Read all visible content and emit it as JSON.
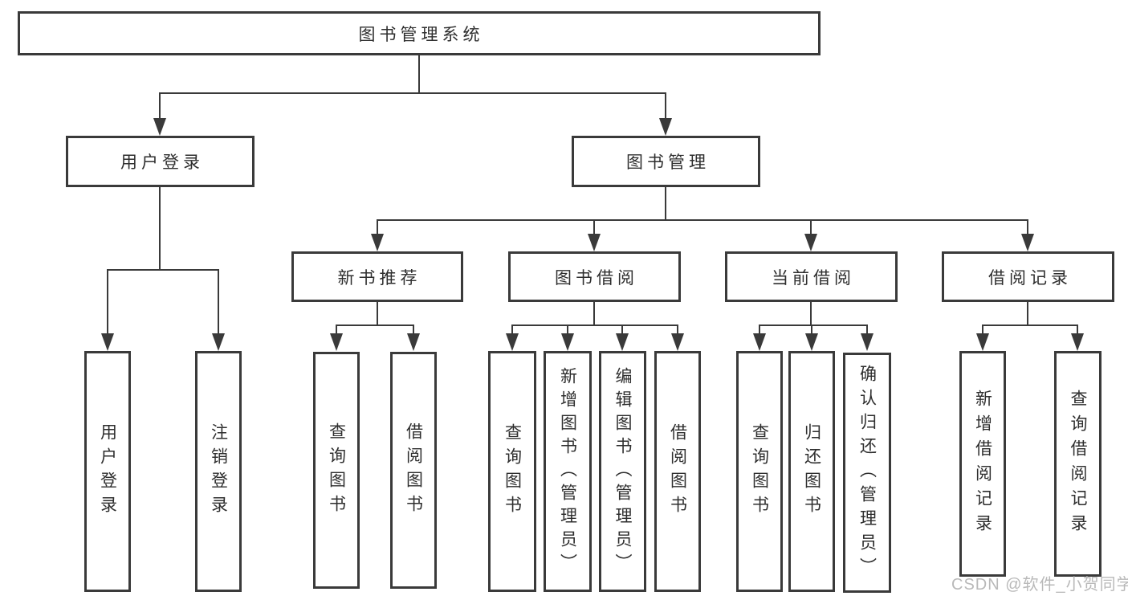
{
  "tree": {
    "root": {
      "label": "图书管理系统",
      "children": [
        {
          "label": "用户登录",
          "children": [
            {
              "label": "用户登录"
            },
            {
              "label": "注销登录"
            }
          ]
        },
        {
          "label": "图书管理",
          "children": [
            {
              "label": "新书推荐",
              "children": [
                {
                  "label": "查询图书"
                },
                {
                  "label": "借阅图书"
                }
              ]
            },
            {
              "label": "图书借阅",
              "children": [
                {
                  "label": "查询图书"
                },
                {
                  "label": "新增图书（管理员）"
                },
                {
                  "label": "编辑图书（管理员）"
                },
                {
                  "label": "借阅图书"
                }
              ]
            },
            {
              "label": "当前借阅",
              "children": [
                {
                  "label": "查询图书"
                },
                {
                  "label": "归还图书"
                },
                {
                  "label": "确认归还（管理员）"
                }
              ]
            },
            {
              "label": "借阅记录",
              "children": [
                {
                  "label": "新增借阅记录"
                },
                {
                  "label": "查询借阅记录"
                }
              ]
            }
          ]
        }
      ]
    }
  },
  "watermark": {
    "text": "CSDN @软件_小贺同学"
  },
  "colors": {
    "line": "#3a3a3a",
    "border": "#3a3a3a",
    "text": "#2e2e2e",
    "watermark": "#b9b9b9",
    "background": "#ffffff"
  }
}
